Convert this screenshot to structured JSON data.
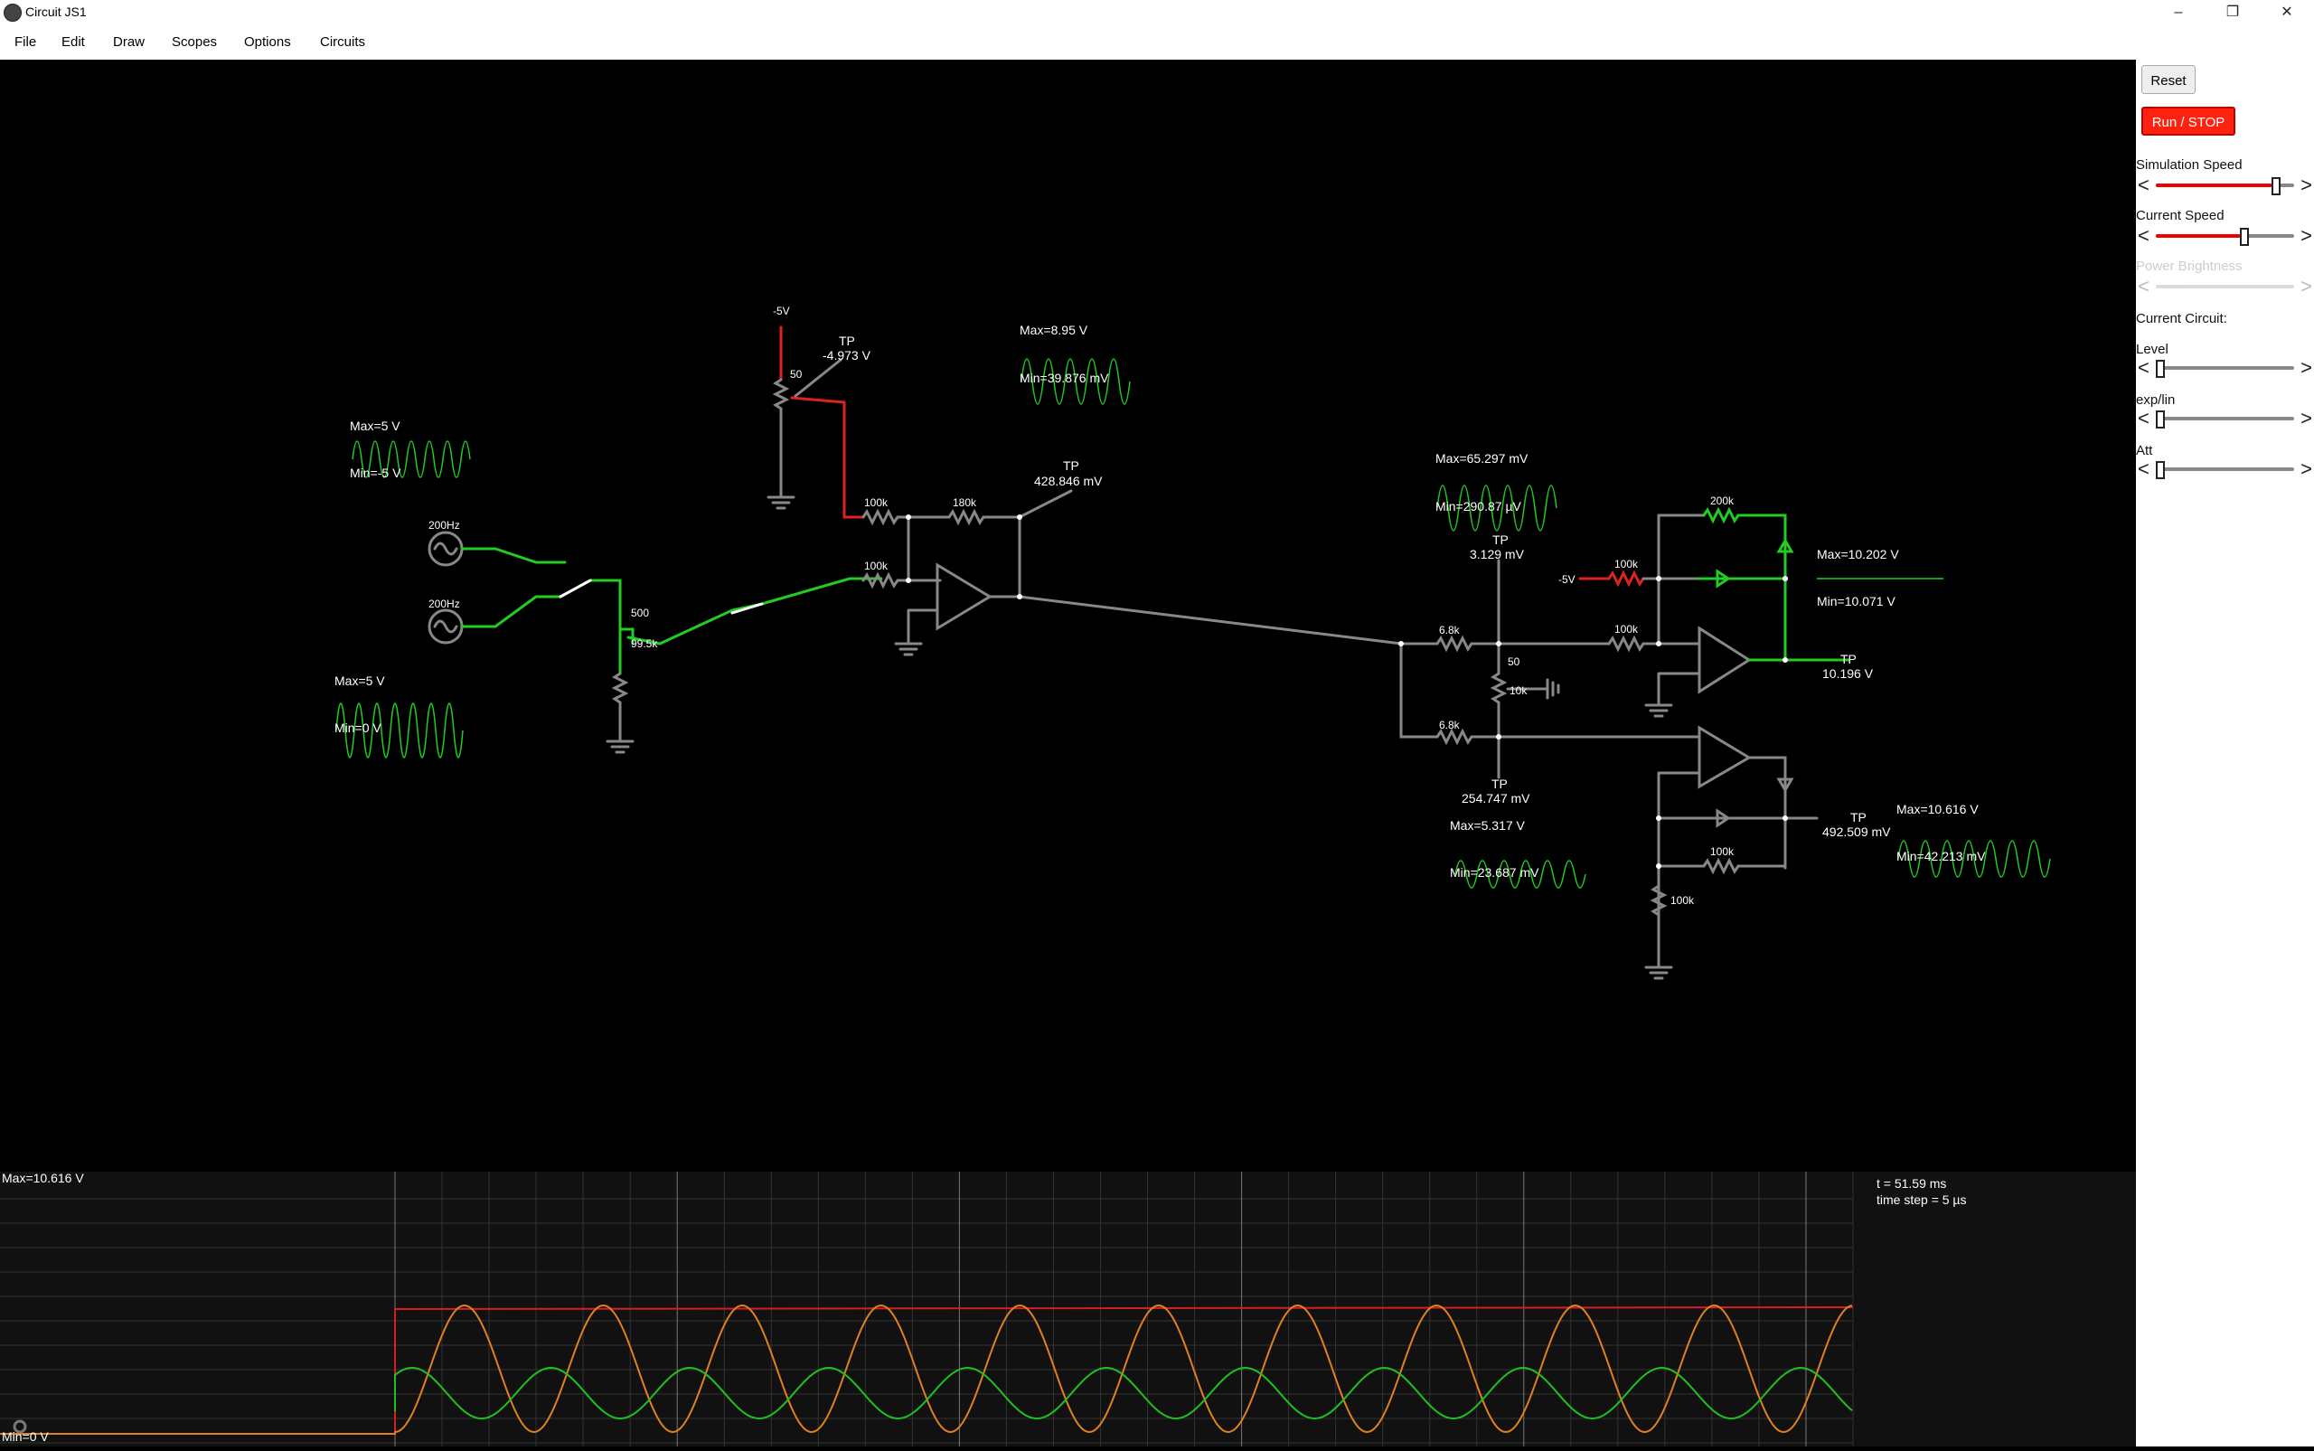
{
  "window": {
    "title": "Circuit JS1"
  },
  "menu": [
    "File",
    "Edit",
    "Draw",
    "Scopes",
    "Options",
    "Circuits"
  ],
  "side": {
    "reset": "Reset",
    "run_stop": "Run / STOP",
    "sim_speed": "Simulation Speed",
    "current_speed": "Current Speed",
    "power_brightness": "Power Brightness",
    "current_circuit": "Current Circuit:",
    "level": "Level",
    "explin": "exp/lin",
    "att": "Att",
    "sim_speed_value": 0.88,
    "current_speed_value": 0.64,
    "level_value": 0.0,
    "explin_value": 0.0,
    "att_value": 0.0
  },
  "circuit": {
    "src1_freq": "200Hz",
    "src2_freq": "200Hz",
    "scope1_max": "Max=5 V",
    "scope1_min": "Min=-5 V",
    "scope2_max": "Max=5 V",
    "scope2_min": "Min=0 V",
    "pot1_top": "500",
    "pot1_val": "99.5k",
    "neg5v_top": "-5V",
    "pot2_top": "50",
    "tp1_name": "TP",
    "tp1_val": "-4.973 V",
    "r100k_a": "100k",
    "r100k_b": "100k",
    "r180k": "180k",
    "scope3_max": "Max=8.95 V",
    "scope3_min": "Min=39.876 mV",
    "tp2_name": "TP",
    "tp2_val": "428.846 mV",
    "scope4_max": "Max=65.297 mV",
    "scope4_min": "Min=290.87 µV",
    "tp3_name": "TP",
    "tp3_val": "3.129 mV",
    "neg5v_right": "-5V",
    "r100k_c": "100k",
    "r200k": "200k",
    "r100k_d": "100k",
    "r6k8_a": "6.8k",
    "r6k8_b": "6.8k",
    "pot3_top": "50",
    "pot3_val": "10k",
    "scope5_max": "Max=10.202 V",
    "scope5_min": "Min=10.071 V",
    "tp4_name": "TP",
    "tp4_val": "10.196 V",
    "tp5_name": "TP",
    "tp5_val": "254.747 mV",
    "scope6_max": "Max=5.317 V",
    "scope6_min": "Min=23.687 mV",
    "tp6_name": "TP",
    "tp6_val": "492.509 mV",
    "r100k_e": "100k",
    "r100k_f": "100k",
    "scope7_max": "Max=10.616 V",
    "scope7_min": "Min=42.213 mV"
  },
  "scope": {
    "max": "Max=10.616 V",
    "min": "Min=0 V",
    "time": "t = 51.59 ms",
    "timestep": "time step = 5 µs",
    "colors": {
      "red": "#d02020",
      "orange": "#e08020",
      "green": "#20c020"
    }
  }
}
